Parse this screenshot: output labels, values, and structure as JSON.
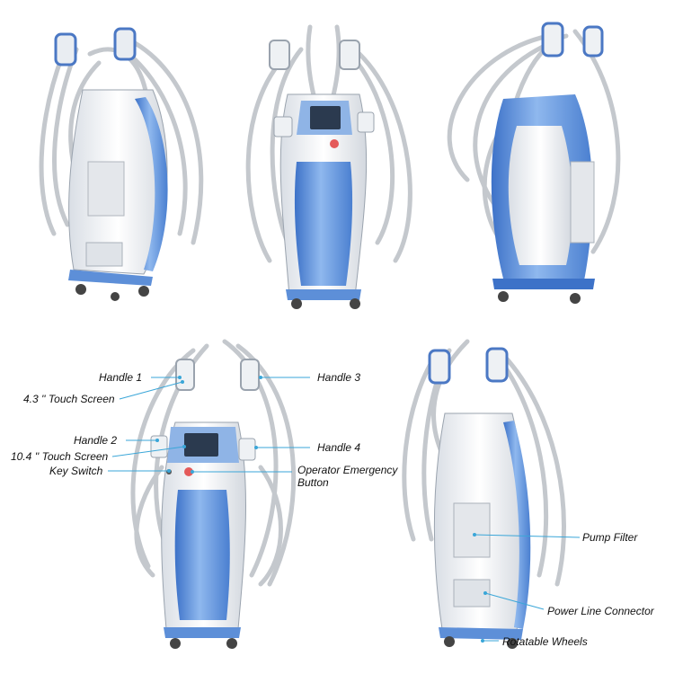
{
  "figure": {
    "views": [
      "front-left",
      "front",
      "rear",
      "annotated-front",
      "annotated-rear"
    ],
    "colors": {
      "cabinet_white": "#f4f6f8",
      "panel_blue": "#6c9fe0",
      "panel_blue_dark": "#3d72c8",
      "hose_grey": "#c9ccd0",
      "leader_line": "#3aa6d8",
      "screen_dark": "#2b3a4f"
    }
  },
  "labels": {
    "handle_1": "Handle 1",
    "touch_screen_43": "4.3 '' Touch Screen",
    "handle_2": "Handle 2",
    "touch_screen_104": "10.4 '' Touch Screen",
    "key_switch": "Key Switch",
    "handle_3": "Handle 3",
    "handle_4": "Handle 4",
    "operator_emergency_button_line1": "Operator Emergency",
    "operator_emergency_button_line2": "Button",
    "pump_filter": "Pump Filter",
    "power_line_connector": "Power Line Connector",
    "rotatable_wheels": "Rotatable Wheels"
  }
}
